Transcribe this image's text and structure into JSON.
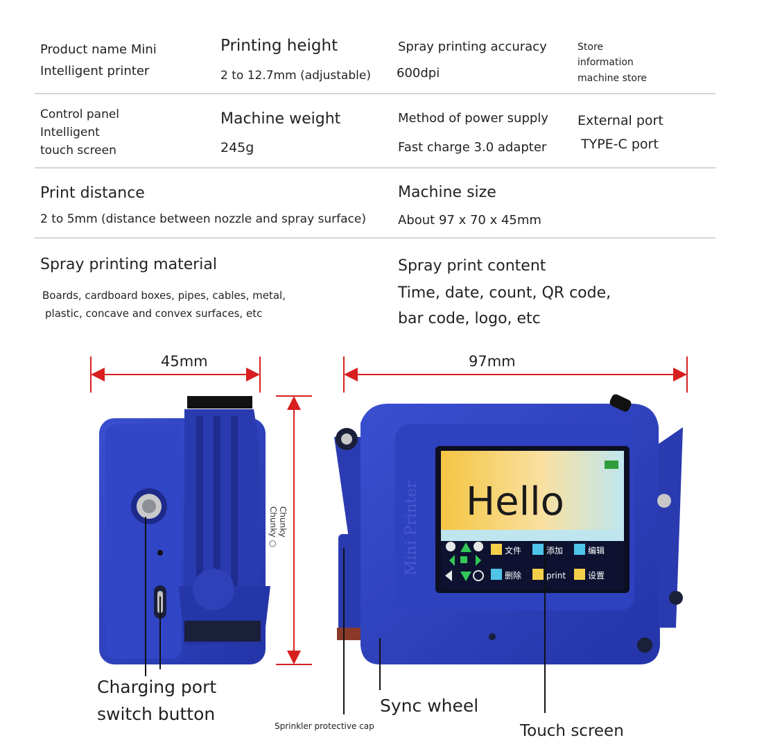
{
  "specs": {
    "product_name": [
      "Product name Mini",
      "Intelligent printer"
    ],
    "printing_height_title": "Printing height",
    "printing_height_value": "2 to 12.7mm (adjustable)",
    "accuracy_title": "Spray printing accuracy",
    "accuracy_value": "600dpi",
    "store": [
      "Store",
      "information",
      "machine store"
    ],
    "control_panel": [
      "Control panel",
      "Intelligent",
      "touch screen"
    ],
    "weight_title": "Machine weight",
    "weight_value": "245g",
    "power_title": "Method of power supply",
    "power_value": "Fast charge 3.0 adapter",
    "port_title": "External port",
    "port_value": "TYPE-C port",
    "distance_title": "Print distance",
    "distance_value": "2 to 5mm (distance between nozzle and spray surface)",
    "size_title": "Machine size",
    "size_value": "About 97 x 70 x 45mm",
    "material_title": "Spray printing material",
    "material_value": [
      "Boards, cardboard boxes, pipes, cables, metal,",
      "plastic, concave and convex surfaces, etc"
    ],
    "content_title": "Spray print content",
    "content_value": [
      "Time, date, count, QR code,",
      "bar code, logo, etc"
    ]
  },
  "diagram": {
    "width_label": "45mm",
    "length_label": "97mm",
    "height_label": [
      "Chunky",
      "Chunky ○"
    ],
    "brand_text": "Mini Printer",
    "screen_text": "Hello",
    "screen_buttons": [
      "文件",
      "添加",
      "编辑",
      "删除",
      "print",
      "设置"
    ],
    "callouts": {
      "charging": [
        "Charging port",
        "switch button"
      ],
      "sync": "Sync wheel",
      "touch": "Touch screen",
      "sprinkler": "Sprinkler protective cap"
    }
  },
  "colors": {
    "body_blue": "#2f3fb5",
    "dark_blue": "#1e2a8a",
    "dimension_red": "#d81f1f",
    "screen_yellow": "#f4c542",
    "screen_cyan": "#bfe6ef"
  }
}
